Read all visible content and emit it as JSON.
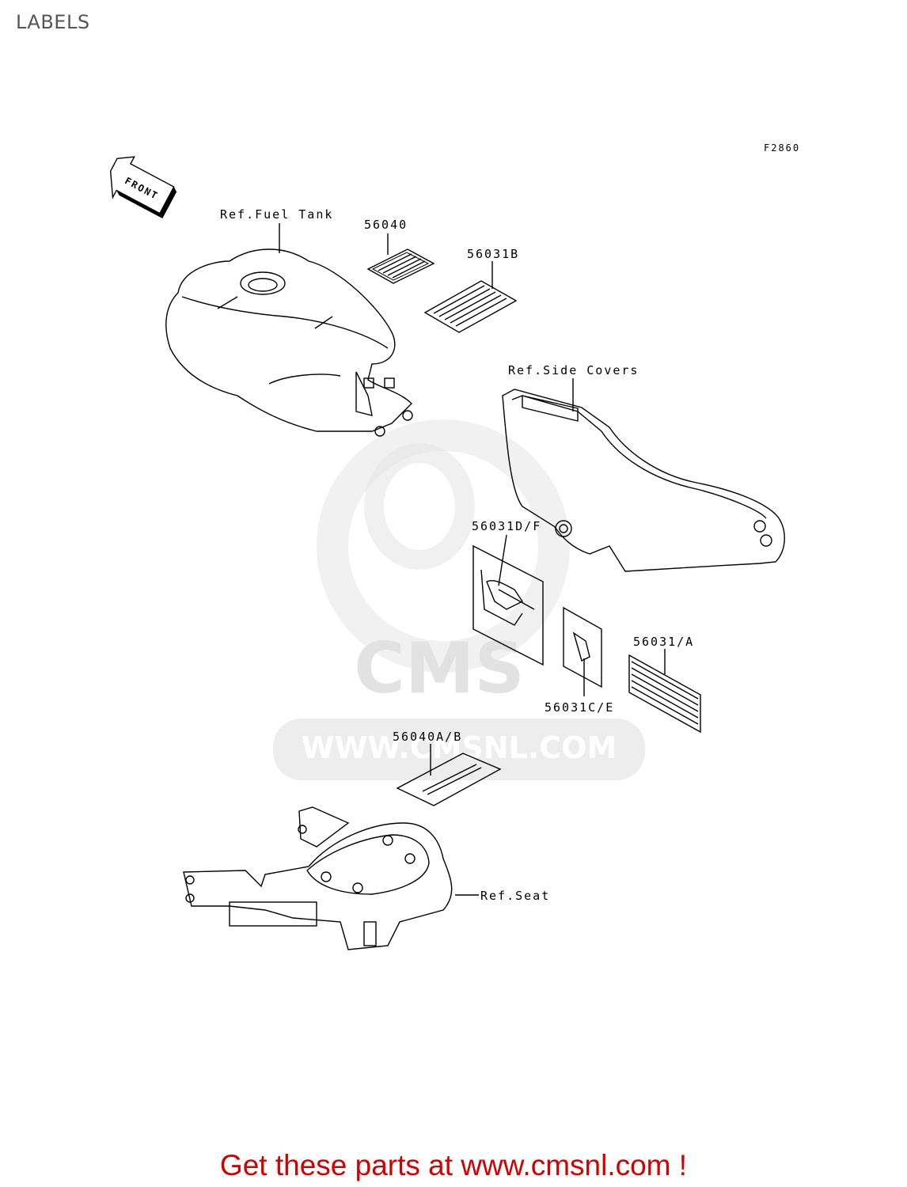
{
  "page": {
    "title": "LABELS"
  },
  "diagram": {
    "figure_code": "F2860",
    "front_arrow": "FRONT",
    "labels": {
      "fuel_tank": "Ref.Fuel Tank",
      "p56040": "56040",
      "p56031B": "56031B",
      "side_covers": "Ref.Side Covers",
      "p56031DF": "56031D/F",
      "p56031A": "56031/A",
      "p56031CE": "56031C/E",
      "p56040AB": "56040A/B",
      "seat": "Ref.Seat"
    },
    "watermark": {
      "logo": "CMS",
      "url": "WWW.CMSNL.COM"
    }
  },
  "footer": {
    "promo": "Get these parts at www.cmsnl.com !"
  }
}
